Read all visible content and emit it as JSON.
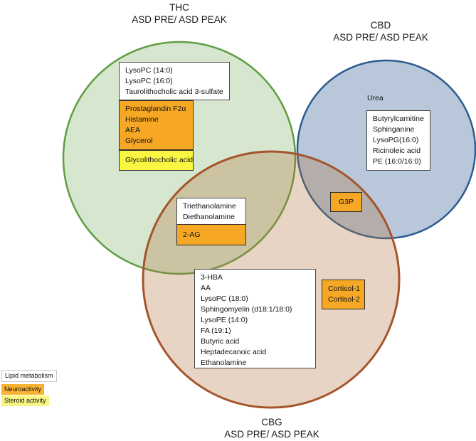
{
  "titles": {
    "thc": {
      "name": "THC",
      "subtitle": "ASD PRE/ ASD PEAK"
    },
    "cbd": {
      "name": "CBD",
      "subtitle": "ASD PRE/ ASD PEAK"
    },
    "cbg": {
      "name": "CBG",
      "subtitle": "ASD PRE/ ASD PEAK"
    }
  },
  "venn": {
    "thc_circle": {
      "fill": "#6AA84F45",
      "stroke": "#5F9E43"
    },
    "cbd_circle": {
      "fill": "#2E5F9357",
      "stroke": "#2C5C90"
    },
    "cbg_circle": {
      "fill": "#B06F3A4D",
      "stroke": "#A5542B"
    }
  },
  "sets": {
    "thc": {
      "lipid": [
        "LysoPC (14:0)",
        "LysoPC (16:0)",
        "Taurolithocholic acid 3-sulfate"
      ],
      "neuro": [
        "Prostaglandin F2α",
        "Histamine",
        "AEA",
        "Glycerol"
      ],
      "steroid": [
        "Glycolithocholic acid"
      ]
    },
    "cbd": {
      "plain": [
        "Urea"
      ],
      "lipid": [
        "Butyrylcarnitine",
        "Sphinganine",
        "LysoPG(16:0)",
        "Ricinoleic acid",
        "PE (16:0/16:0)"
      ]
    },
    "thc_cbg": {
      "lipid": [
        "Triethanolamine",
        "Diethanolamine"
      ],
      "neuro": [
        "2-AG"
      ]
    },
    "cbd_cbg": {
      "neuro": [
        "G3P"
      ]
    },
    "cbg": {
      "lipid": [
        "3-HBA",
        "AA",
        "LysoPC (18:0)",
        "Sphingomyelin (d18:1/18:0)",
        "LysoPE (14:0)",
        "FA (19:1)",
        "Butyric acid",
        "Heptadecanoic acid",
        "Ethanolamine"
      ],
      "neuro": [
        "Cortisol-1",
        "Cortisol-2"
      ]
    }
  },
  "legend": {
    "lipid": "Lipid metabolism",
    "neuro": "Neuroactivity",
    "steroid": "Steroid activity"
  },
  "colors": {
    "neuro_box": "#F6A824",
    "steroid_box": "#FBF642",
    "lipid_box": "#FFFFFF",
    "legend_neuro": "#F9B334",
    "legend_steroid": "#F9F584",
    "thc_stroke": "#5F9E43",
    "cbd_stroke": "#2C5C90",
    "cbg_stroke": "#A5542B"
  }
}
